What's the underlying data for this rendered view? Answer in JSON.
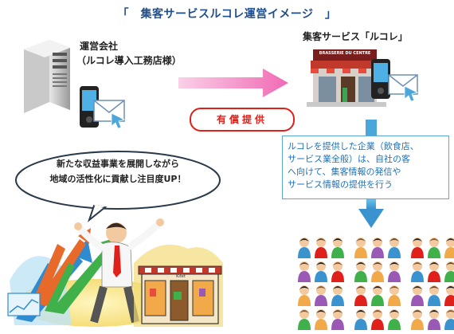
{
  "title": "「　集客サービスルコレ運営イメージ　」",
  "operator": {
    "line1": "運営会社",
    "line2": "（ルコレ導入工務店様）"
  },
  "service": {
    "label": "集客サービス「ルコレ」",
    "shop_sign": "BRASSERIE DU CENTRE"
  },
  "paid_badge": "有償提供",
  "info_box": {
    "lines": [
      "ルコレを提供した企業（飲食店、",
      "サービス業全般）は、自社の客",
      "へ向けて、集客情報の発信や",
      "サービス情報の提供を行う"
    ]
  },
  "bubble": {
    "line1": "新たな収益事業を展開しながら",
    "line2": "地域の活性化に貢献し注目度UP！"
  },
  "small_shop_sign": "Kitet",
  "customers": {
    "rows": 4,
    "cols": 9
  },
  "colors": {
    "title": "#1f4e8c",
    "pink_arrow": "#f06ab4",
    "blue_arrow": "#4ba6d9",
    "badge": "#e0201b",
    "info_text": "#1f72b8"
  }
}
